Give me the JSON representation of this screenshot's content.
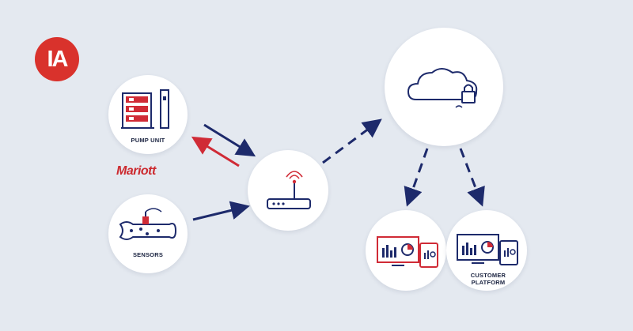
{
  "logo": {
    "text": "IA",
    "color": "#d9322c"
  },
  "brand": {
    "text": "Mariott",
    "color": "#cc2a2f"
  },
  "nodes": {
    "pump_unit": {
      "label": "PUMP UNIT"
    },
    "sensors": {
      "label": "SENSORS"
    },
    "gateway": {
      "label": ""
    },
    "cloud": {
      "label": ""
    },
    "platform_a": {
      "label": ""
    },
    "platform_b": {
      "label_line1": "CUSTOMER",
      "label_line2": "PLATFORM"
    }
  },
  "colors": {
    "navy": "#1d2a6b",
    "red": "#d02b36",
    "background": "#e4e9f0"
  },
  "icons": [
    "pump-icon",
    "sensor-pipe-icon",
    "router-icon",
    "cloud-lock-icon",
    "monitor-chart-icon",
    "tablet-icon"
  ]
}
